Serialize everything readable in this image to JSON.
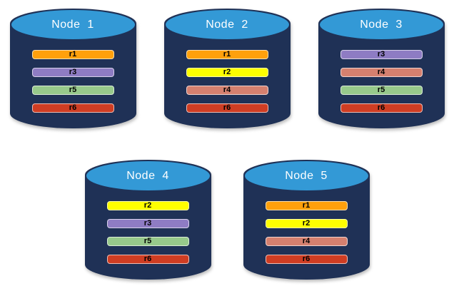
{
  "colors": {
    "background": "#FFFFFF",
    "cylinder_body": "#1F3156",
    "cylinder_top": "#3399D6",
    "title_text": "#FFFFFF",
    "bar_text": "#000000"
  },
  "replica_colors": {
    "r1": "#FFA00C",
    "r2": "#FFFF00",
    "r3": "#8E7CC3",
    "r4": "#D5806F",
    "r5": "#97C98B",
    "r6": "#CF3D23"
  },
  "nodes": [
    {
      "title": "Node  1",
      "replicas": [
        "r1",
        "r3",
        "r5",
        "r6"
      ]
    },
    {
      "title": "Node  2",
      "replicas": [
        "r1",
        "r2",
        "r4",
        "r6"
      ]
    },
    {
      "title": "Node  3",
      "replicas": [
        "r3",
        "r4",
        "r5",
        "r6"
      ]
    },
    {
      "title": "Node  4",
      "replicas": [
        "r2",
        "r3",
        "r5",
        "r6"
      ]
    },
    {
      "title": "Node  5",
      "replicas": [
        "r1",
        "r2",
        "r4",
        "r6"
      ]
    }
  ]
}
